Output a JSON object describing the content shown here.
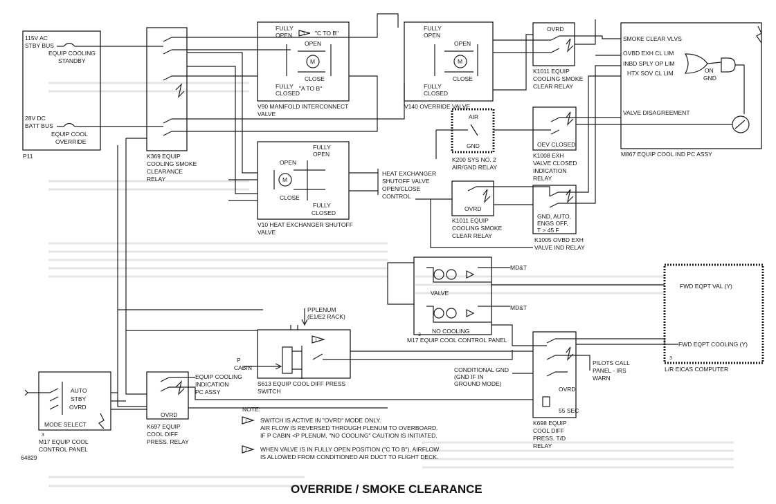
{
  "title": "OVERRIDE / SMOKE CLEARANCE",
  "figure_number": "64829",
  "p11": {
    "ac_bus": "115V AC",
    "stby_bus": "STBY BUS",
    "equip_cooling": "EQUIP COOLING",
    "standby": "STANDBY",
    "dc_bus": "28V DC",
    "batt_bus": "BATT BUS",
    "equip_cool": "EQUIP COOL",
    "override": "OVERRIDE",
    "label": "P11"
  },
  "k369": {
    "line1": "K369 EQUIP",
    "line2": "COOLING SMOKE",
    "line3": "CLEARANCE",
    "line4": "RELAY"
  },
  "v90": {
    "fully_open_1": "FULLY",
    "fully_open_2": "OPEN",
    "c_to_b": "\"C TO B\"",
    "open": "OPEN",
    "close": "CLOSE",
    "fully_closed_1": "FULLY",
    "fully_closed_2": "CLOSED",
    "a_to_b": "\"A TO B\"",
    "label1": "V90 MANIFOLD INTERCONNECT",
    "label2": "VALVE",
    "note_flag": "2"
  },
  "v140": {
    "fully_open_1": "FULLY",
    "fully_open_2": "OPEN",
    "open": "OPEN",
    "close": "CLOSE",
    "fully_closed_1": "FULLY",
    "fully_closed_2": "CLOSED",
    "label": "V140 OVERRIDE VALVE"
  },
  "k1011_top": {
    "ovrd": "OVRD",
    "line1": "K1011 EQUIP",
    "line2": "COOLING SMOKE",
    "line3": "CLEAR RELAY"
  },
  "m867": {
    "smoke_clear": "SMOKE CLEAR VLVS",
    "ovbd": "OVBD EXH CL LIM",
    "inbd": "INBD SPLY OP LIM",
    "htx": "HTX SOV CL LIM",
    "on_gnd_1": "ON",
    "on_gnd_2": "GND",
    "disagree": "VALVE DISAGREEMENT",
    "label": "M867 EQUIP COOL IND PC ASSY"
  },
  "k200": {
    "air": "AIR",
    "gnd": "GND",
    "line1": "K200 SYS NO. 2",
    "line2": "AIR/GND RELAY"
  },
  "k1008": {
    "oev": "OEV CLOSED",
    "line1": "K1008 EXH",
    "line2": "VALVE CLOSED",
    "line3": "INDICATION",
    "line4": "RELAY"
  },
  "v10": {
    "fully_open_1": "FULLY",
    "fully_open_2": "OPEN",
    "open": "OPEN",
    "close": "CLOSE",
    "fully_closed_1": "FULLY",
    "fully_closed_2": "CLOSED",
    "label1": "V10 HEAT EXCHANGER SHUTOFF",
    "label2": "VALVE",
    "ctrl1": "HEAT EXCHANGER",
    "ctrl2": "SHUTOFF VALVE",
    "ctrl3": "OPEN/CLOSE",
    "ctrl4": "CONTROL"
  },
  "k1011_mid": {
    "ovrd": "OVRD",
    "line1": "K1011 EQUIP",
    "line2": "COOLING SMOKE",
    "line3": "CLEAR RELAY"
  },
  "k1005": {
    "gnd_auto": "GND, AUTO,",
    "engs_off": "ENGS OFF,",
    "temp": "T > 45 F",
    "line1": "K1005 OVBD EXH",
    "line2": "VALVE IND RELAY"
  },
  "m17_panel": {
    "mdt1": "MD&T",
    "valve": "VALVE",
    "mdt2": "MD&T",
    "no_cooling": "NO COOLING",
    "ref": "3",
    "label": "M17 EQUIP COOL CONTROL PANEL"
  },
  "eicas": {
    "fwd_val": "FWD EQPT VAL (Y)",
    "fwd_cooling": "FWD EQPT COOLING (Y)",
    "ref": "3",
    "label": "L/R EICAS COMPUTER"
  },
  "s613": {
    "plenum_1": "PLENUM",
    "plenum_2": "(E1/E2 RACK)",
    "p_letter": "P",
    "p_cabin_1": "P",
    "p_cabin_2": "CABIN",
    "note_flag": "1",
    "label1": "S613 EQUIP COOL DIFF PRESS",
    "label2": "SWITCH"
  },
  "k697": {
    "ind_1": "EQUIP COOLING",
    "ind_2": "INDICATION",
    "ind_3": "PC ASSY",
    "ovrd": "OVRD",
    "line1": "K697 EQUIP",
    "line2": "COOL DIFF",
    "line3": "PRESS. RELAY"
  },
  "k698": {
    "cond_1": "CONDITIONAL GND",
    "cond_2": "(GND IF IN",
    "cond_3": "GROUND MODE)",
    "pilots_1": "PILOTS CALL",
    "pilots_2": "PANEL - IRS",
    "pilots_3": "WARN",
    "ovrd": "OVRD",
    "sec": "55 SEC",
    "line1": "K698 EQUIP",
    "line2": "COOL DIFF",
    "line3": "PRESS. T/D",
    "line4": "RELAY"
  },
  "m17_mode": {
    "auto": "AUTO",
    "stby": "STBY",
    "ovrd": "OVRD",
    "mode_select": "MODE SELECT",
    "ref": "3",
    "label1": "M17 EQUIP COOL",
    "label2": "CONTROL PANEL"
  },
  "notes": {
    "heading": "NOTE:",
    "n1_flag": "1",
    "n1_line1": "SWITCH IS ACTIVE IN \"OVRD\" MODE ONLY.",
    "n1_line2": "AIR FLOW IS REVERSED THROUGH PLENUM TO OVERBOARD.",
    "n1_line3": "IF P CABIN <P PLENUM, \"NO COOLING\" CAUTION IS INITIATED.",
    "n2_flag": "2",
    "n2_line1": "WHEN VALVE IS IN FULLY OPEN POSITION (\"C TO B\"), AIRFLOW",
    "n2_line2": "IS ALLOWED FROM CONDITIONED AIR DUCT TO FLIGHT DECK."
  }
}
